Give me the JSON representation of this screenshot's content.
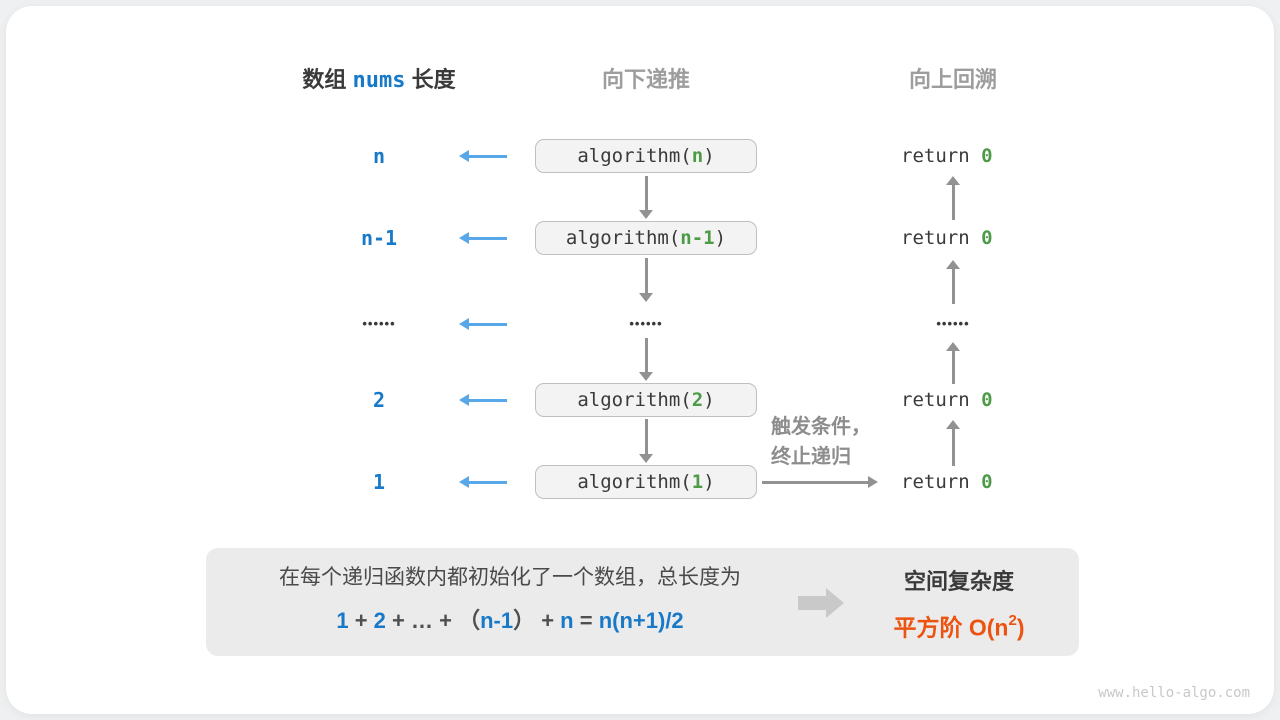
{
  "title_row": {
    "left_pre": "数组",
    "left_code": "nums",
    "left_post": "长度",
    "middle": "向下递推",
    "right": "向上回溯"
  },
  "call_prefix": "algorithm(",
  "call_suffix": ")",
  "rows": [
    {
      "label": "n",
      "call_arg": "n",
      "return_kw": "return ",
      "return_val": "0"
    },
    {
      "label": "n-1",
      "call_arg": "n-1",
      "return_kw": "return ",
      "return_val": "0"
    },
    {
      "dots": "••••••"
    },
    {
      "label": "2",
      "call_arg": "2",
      "return_kw": "return ",
      "return_val": "0"
    },
    {
      "label": "1",
      "call_arg": "1",
      "return_kw": "return ",
      "return_val": "0"
    }
  ],
  "trigger_note": {
    "line1": "触发条件，",
    "line2": "终止递归"
  },
  "summary": {
    "description": "在每个递归函数内都初始化了一个数组，总长度为",
    "formula": [
      {
        "t": "1"
      },
      {
        "t": " + "
      },
      {
        "t": "2"
      },
      {
        "t": " + "
      },
      {
        "t": "…"
      },
      {
        "t": " + "
      },
      {
        "t": "（"
      },
      {
        "t": "n-1"
      },
      {
        "t": "）"
      },
      {
        "t": " + "
      },
      {
        "t": "n"
      },
      {
        "t": " = "
      },
      {
        "t": "n(n+1)/2"
      }
    ],
    "result_title": "空间复杂度",
    "result_prefix": "平方阶 O(n",
    "result_sup": "2",
    "result_suffix": ")"
  },
  "watermark": "www.hello-algo.com",
  "colors": {
    "label_blue": "#1879c9",
    "arrow_blue": "#58a7e8",
    "code_green": "#4e9b47",
    "accent_orange": "#ec5310",
    "arrow_gray": "#929292",
    "text_dark": "#3a3a3a",
    "panel_gray": "#ebebeb"
  }
}
